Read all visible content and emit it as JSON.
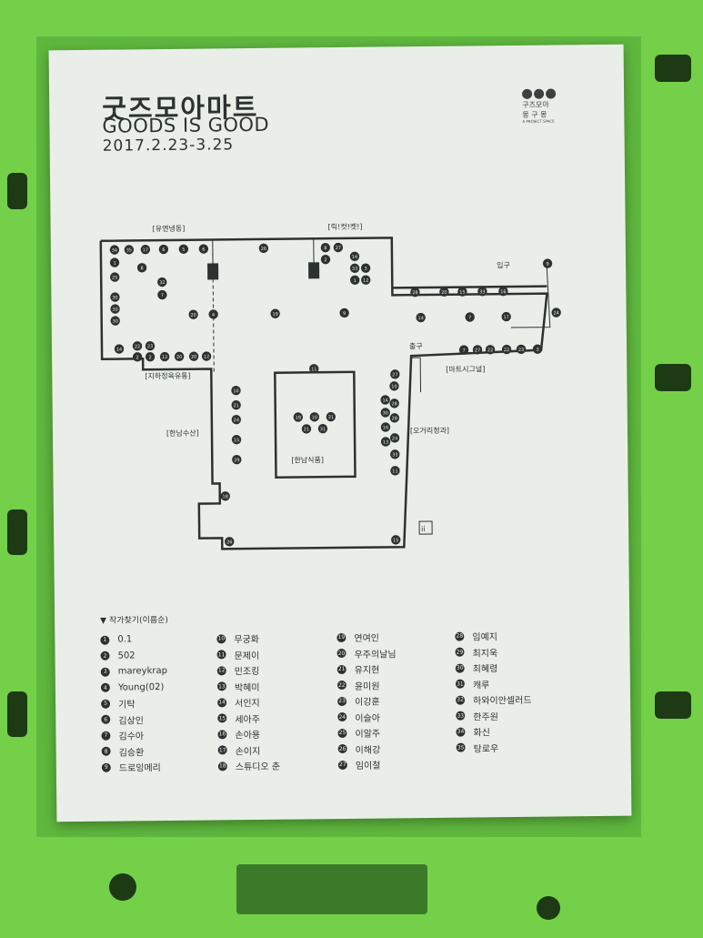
{
  "title": {
    "korean": "굿즈모아마트",
    "english": "GOODS IS GOOD",
    "date": "2017.2.23-3.25"
  },
  "logo": {
    "line1": "구즈모아",
    "line2": "몽 구 몽",
    "small": "A PROJECT SPACE"
  },
  "map": {
    "zones": {
      "top_left": "[유엔냉동]",
      "top_mid": "[릭!컷!켓!]",
      "entrance": "입구",
      "exit": "출구",
      "mart_signal": "[마트시그널]",
      "underground": "[지하정육유통]",
      "hannam_fish": "[한남수산]",
      "crossroads": "[오거리청과]",
      "hannam_food": "[한남식품]"
    },
    "markers": [
      {
        "n": "34"
      },
      {
        "n": "35"
      },
      {
        "n": "17"
      },
      {
        "n": "6"
      },
      {
        "n": "5"
      },
      {
        "n": "6"
      },
      {
        "n": "26"
      },
      {
        "n": "8"
      },
      {
        "n": "27"
      },
      {
        "n": "1"
      },
      {
        "n": "8"
      },
      {
        "n": "2"
      },
      {
        "n": "25"
      },
      {
        "n": "14"
      },
      {
        "n": "33"
      },
      {
        "n": "3"
      },
      {
        "n": "32"
      },
      {
        "n": "7"
      },
      {
        "n": "1"
      },
      {
        "n": "12"
      },
      {
        "n": "30"
      },
      {
        "n": "30"
      },
      {
        "n": "30"
      },
      {
        "n": "20"
      },
      {
        "n": "4"
      },
      {
        "n": "19"
      },
      {
        "n": "9"
      },
      {
        "n": "14"
      },
      {
        "n": "22"
      },
      {
        "n": "23"
      },
      {
        "n": "2"
      },
      {
        "n": "2"
      },
      {
        "n": "12"
      },
      {
        "n": "20"
      },
      {
        "n": "20"
      },
      {
        "n": "12"
      },
      {
        "n": "28"
      },
      {
        "n": "20"
      },
      {
        "n": "15"
      },
      {
        "n": "33"
      },
      {
        "n": "16"
      },
      {
        "n": "14"
      },
      {
        "n": "7"
      },
      {
        "n": "17"
      },
      {
        "n": "24"
      },
      {
        "n": "9"
      },
      {
        "n": "7"
      },
      {
        "n": "27"
      },
      {
        "n": "22"
      },
      {
        "n": "22"
      },
      {
        "n": "23"
      },
      {
        "n": "3"
      },
      {
        "n": "11"
      },
      {
        "n": "27"
      },
      {
        "n": "10"
      },
      {
        "n": "10"
      },
      {
        "n": "21"
      },
      {
        "n": "24"
      },
      {
        "n": "28"
      },
      {
        "n": "28"
      },
      {
        "n": "15"
      },
      {
        "n": "29"
      },
      {
        "n": "24"
      },
      {
        "n": "33"
      },
      {
        "n": "11"
      },
      {
        "n": "18"
      },
      {
        "n": "10"
      },
      {
        "n": "31"
      },
      {
        "n": "21"
      },
      {
        "n": "31"
      },
      {
        "n": "14"
      },
      {
        "n": "30"
      },
      {
        "n": "26"
      },
      {
        "n": "15"
      },
      {
        "n": "16"
      },
      {
        "n": "13"
      },
      {
        "n": "18"
      }
    ]
  },
  "legend": {
    "heading": "▼ 작가찾기(이름순)",
    "col1": [
      {
        "n": "1",
        "name": "0.1"
      },
      {
        "n": "2",
        "name": "502"
      },
      {
        "n": "3",
        "name": "mareykrap"
      },
      {
        "n": "4",
        "name": "Young(02)"
      },
      {
        "n": "5",
        "name": "기탁"
      },
      {
        "n": "6",
        "name": "김상인"
      },
      {
        "n": "7",
        "name": "김수아"
      },
      {
        "n": "8",
        "name": "김승환"
      },
      {
        "n": "9",
        "name": "드로잉메리"
      }
    ],
    "col2": [
      {
        "n": "10",
        "name": "무궁화"
      },
      {
        "n": "11",
        "name": "문제이"
      },
      {
        "n": "12",
        "name": "민조킹"
      },
      {
        "n": "13",
        "name": "박혜미"
      },
      {
        "n": "14",
        "name": "서인지"
      },
      {
        "n": "15",
        "name": "세아주"
      },
      {
        "n": "16",
        "name": "손아용"
      },
      {
        "n": "17",
        "name": "손이지"
      },
      {
        "n": "18",
        "name": "스튜디오 춘"
      }
    ],
    "col3": [
      {
        "n": "19",
        "name": "연여인"
      },
      {
        "n": "20",
        "name": "우주의날님"
      },
      {
        "n": "21",
        "name": "유지현"
      },
      {
        "n": "22",
        "name": "윤미원"
      },
      {
        "n": "23",
        "name": "이강훈"
      },
      {
        "n": "24",
        "name": "이슬아"
      },
      {
        "n": "25",
        "name": "이알주"
      },
      {
        "n": "26",
        "name": "이해강"
      },
      {
        "n": "27",
        "name": "임이철"
      }
    ],
    "col4": [
      {
        "n": "28",
        "name": "임예지"
      },
      {
        "n": "29",
        "name": "최지욱"
      },
      {
        "n": "30",
        "name": "최혜령"
      },
      {
        "n": "31",
        "name": "캐루"
      },
      {
        "n": "32",
        "name": "하와이안셀러드"
      },
      {
        "n": "33",
        "name": "한주원"
      },
      {
        "n": "34",
        "name": "화신"
      },
      {
        "n": "35",
        "name": "탕로우"
      }
    ]
  },
  "colors": {
    "crate": "#5fb83e",
    "paper": "#e9efe8",
    "ink": "#2c3230"
  }
}
